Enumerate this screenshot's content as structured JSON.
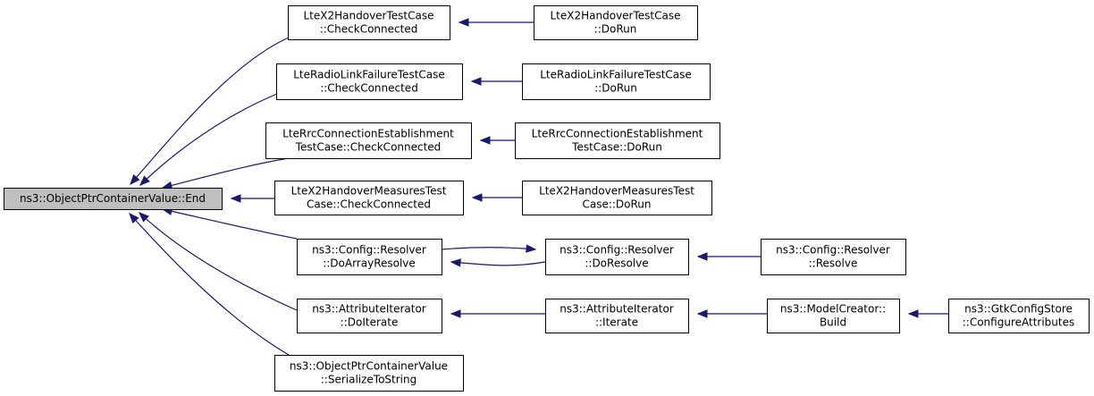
{
  "diagram": {
    "nodes": [
      {
        "id": "end",
        "lines": [
          "ns3::ObjectPtrContainerValue::End"
        ],
        "root": true
      },
      {
        "id": "x2h_cc",
        "lines": [
          "LteX2HandoverTestCase",
          "::CheckConnected"
        ]
      },
      {
        "id": "x2h_run",
        "lines": [
          "LteX2HandoverTestCase",
          "::DoRun"
        ]
      },
      {
        "id": "rlf_cc",
        "lines": [
          "LteRadioLinkFailureTestCase",
          "::CheckConnected"
        ]
      },
      {
        "id": "rlf_run",
        "lines": [
          "LteRadioLinkFailureTestCase",
          "::DoRun"
        ]
      },
      {
        "id": "rrc_cc",
        "lines": [
          "LteRrcConnectionEstablishment",
          "TestCase::CheckConnected"
        ]
      },
      {
        "id": "rrc_run",
        "lines": [
          "LteRrcConnectionEstablishment",
          "TestCase::DoRun"
        ]
      },
      {
        "id": "x2m_cc",
        "lines": [
          "LteX2HandoverMeasuresTest",
          "Case::CheckConnected"
        ]
      },
      {
        "id": "x2m_run",
        "lines": [
          "LteX2HandoverMeasuresTest",
          "Case::DoRun"
        ]
      },
      {
        "id": "arr",
        "lines": [
          "ns3::Config::Resolver",
          "::DoArrayResolve"
        ]
      },
      {
        "id": "dores",
        "lines": [
          "ns3::Config::Resolver",
          "::DoResolve"
        ]
      },
      {
        "id": "resolve",
        "lines": [
          "ns3::Config::Resolver",
          "::Resolve"
        ]
      },
      {
        "id": "doiter",
        "lines": [
          "ns3::AttributeIterator",
          "::DoIterate"
        ]
      },
      {
        "id": "iter",
        "lines": [
          "ns3::AttributeIterator",
          "::Iterate"
        ]
      },
      {
        "id": "build",
        "lines": [
          "ns3::ModelCreator::",
          "Build"
        ]
      },
      {
        "id": "gtk",
        "lines": [
          "ns3::GtkConfigStore",
          "::ConfigureAttributes"
        ]
      },
      {
        "id": "ser",
        "lines": [
          "ns3::ObjectPtrContainerValue",
          "::SerializeToString"
        ]
      }
    ],
    "edges": [
      {
        "from": "x2h_cc",
        "to": "end"
      },
      {
        "from": "rlf_cc",
        "to": "end"
      },
      {
        "from": "rrc_cc",
        "to": "end"
      },
      {
        "from": "x2m_cc",
        "to": "end"
      },
      {
        "from": "arr",
        "to": "end"
      },
      {
        "from": "doiter",
        "to": "end"
      },
      {
        "from": "ser",
        "to": "end"
      },
      {
        "from": "x2h_run",
        "to": "x2h_cc"
      },
      {
        "from": "rlf_run",
        "to": "rlf_cc"
      },
      {
        "from": "rrc_run",
        "to": "rrc_cc"
      },
      {
        "from": "x2m_run",
        "to": "x2m_cc"
      },
      {
        "from": "dores",
        "to": "arr"
      },
      {
        "from": "arr",
        "to": "dores"
      },
      {
        "from": "resolve",
        "to": "dores"
      },
      {
        "from": "iter",
        "to": "doiter"
      },
      {
        "from": "build",
        "to": "iter"
      },
      {
        "from": "gtk",
        "to": "build"
      }
    ]
  }
}
